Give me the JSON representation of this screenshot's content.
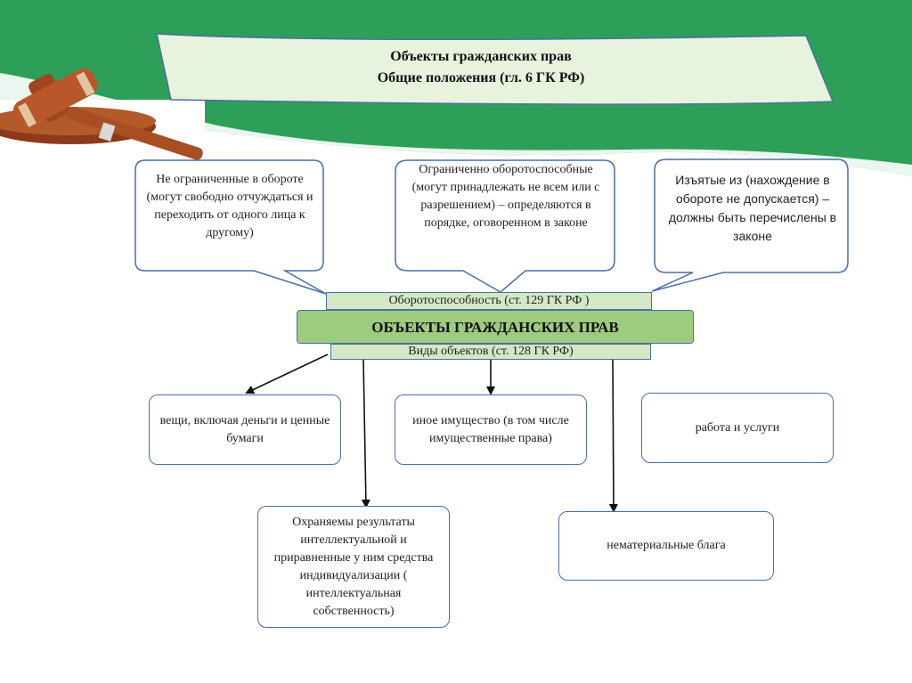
{
  "header": {
    "title_line1": "Объекты гражданских прав",
    "title_line2": "Общие положения (гл. 6 ГК РФ)"
  },
  "colors": {
    "green": "#2e9f59",
    "banner_fill": "#e8f3de",
    "border": "#4a6fa5",
    "central_fill": "#9dcb7f",
    "label_fill": "#d4e8c3"
  },
  "callouts": {
    "unrestricted": "Не ограниченные в обороте (могут свободно отчуждаться и переходить от одного лица к другому)",
    "restricted": "Ограниченно оборотоспособные (могут принадлежать не всем или с разрешением) – определяются в порядке, оговоренном в законе",
    "withdrawn": "Изъятые из (нахождение в обороте не допускается) – должны быть перечислены в законе"
  },
  "central": {
    "turnover_label": "Оборотоспособность (ст. 129 ГК РФ )",
    "title": "ОБЪЕКТЫ ГРАЖДАНСКИХ ПРАВ",
    "types_label": "Виды объектов (ст. 128 ГК РФ)"
  },
  "types": {
    "things": "вещи, включая деньги и ценные бумаги",
    "other_property": "иное имущество (в том числе имущественные права)",
    "work_services": "работа и услуги",
    "ip": "Охраняемы результаты интеллектуальной и приравненные у ним средства индивидуализации ( интеллектуальная собственность)",
    "intangible": "нематериальные блага"
  }
}
